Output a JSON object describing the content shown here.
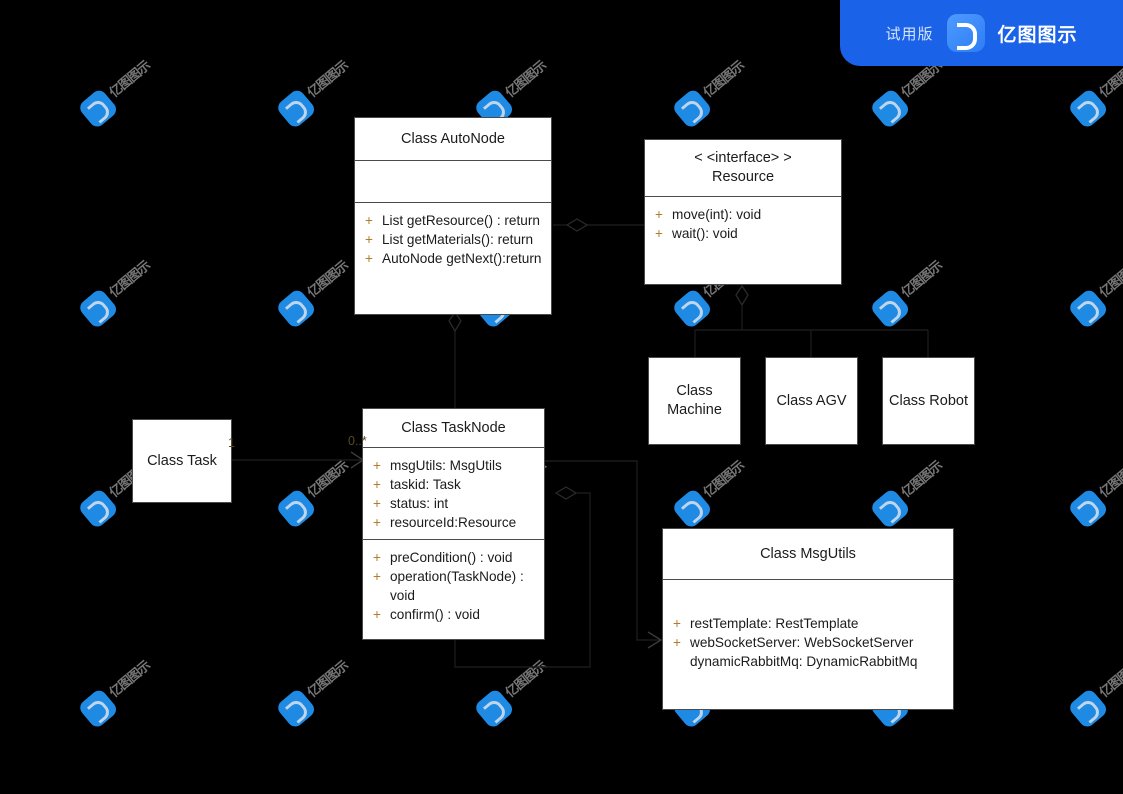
{
  "banner": {
    "trial_label": "试用版",
    "brand_label": "亿图图示",
    "logo_icon": "edraw-logo-icon",
    "accent_color": "#1a62e8"
  },
  "watermark": {
    "text": "亿图图示",
    "logo_icon": "edraw-watermark-logo-icon",
    "color": "#2196f8"
  },
  "canvas": {
    "background_color": "#000000",
    "box_fill": "#ffffff",
    "box_stroke": "#4a4a4a"
  },
  "classes": [
    {
      "id": "autonode",
      "title": "Class AutoNode",
      "stereotype": "",
      "attributes": [],
      "methods": [
        {
          "visibility": "+",
          "signature": "List getResource() : return"
        },
        {
          "visibility": "+",
          "signature": "List getMaterials(): return"
        },
        {
          "visibility": "+",
          "signature": "AutoNode getNext():return"
        }
      ]
    },
    {
      "id": "resource",
      "title": "Resource",
      "stereotype": "< <interface> >",
      "attributes": [],
      "methods": [
        {
          "visibility": "+",
          "signature": "move(int): void"
        },
        {
          "visibility": "+",
          "signature": "wait(): void"
        }
      ]
    },
    {
      "id": "machine",
      "title": "Class Machine",
      "stereotype": "",
      "attributes": [],
      "methods": []
    },
    {
      "id": "agv",
      "title": "Class AGV",
      "stereotype": "",
      "attributes": [],
      "methods": []
    },
    {
      "id": "robot",
      "title": "Class Robot",
      "stereotype": "",
      "attributes": [],
      "methods": []
    },
    {
      "id": "task",
      "title": "Class Task",
      "stereotype": "",
      "attributes": [],
      "methods": []
    },
    {
      "id": "tasknode",
      "title": "Class TaskNode",
      "stereotype": "",
      "attributes": [
        {
          "visibility": "+",
          "signature": "msgUtils: MsgUtils"
        },
        {
          "visibility": "+",
          "signature": "taskid: Task"
        },
        {
          "visibility": "+",
          "signature": "status: int"
        },
        {
          "visibility": "+",
          "signature": "resourceId:Resource"
        }
      ],
      "methods": [
        {
          "visibility": "+",
          "signature": "preCondition() : void"
        },
        {
          "visibility": "+",
          "signature": "operation(TaskNode) : void"
        },
        {
          "visibility": "+",
          "signature": "confirm() : void"
        }
      ]
    },
    {
      "id": "msgutils",
      "title": "Class MsgUtils",
      "stereotype": "",
      "attributes": [
        {
          "visibility": "+",
          "signature": "restTemplate: RestTemplate"
        },
        {
          "visibility": "+",
          "signature": "webSocketServer: WebSocketServer"
        },
        {
          "visibility": "",
          "signature": "dynamicRabbitMq: DynamicRabbitMq"
        }
      ],
      "methods": []
    }
  ],
  "edge_labels": [
    {
      "id": "task-source",
      "text": "1"
    },
    {
      "id": "tasknode-target",
      "text": "0..*"
    }
  ]
}
